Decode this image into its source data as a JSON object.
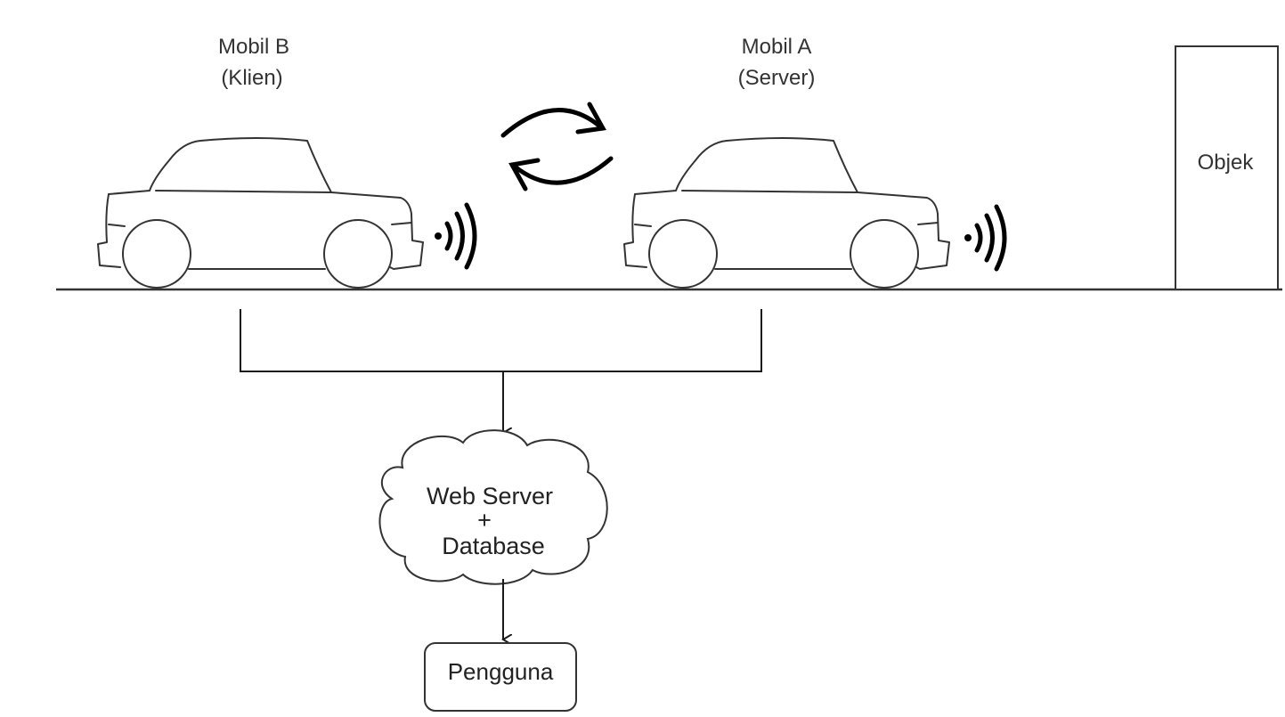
{
  "cars": {
    "car_b": {
      "name": "Mobil B",
      "role": "(Klien)"
    },
    "car_a": {
      "name": "Mobil A",
      "role": "(Server)"
    }
  },
  "object": {
    "label": "Objek"
  },
  "cloud": {
    "line1": "Web Server",
    "line2": "+",
    "line3": "Database"
  },
  "user": {
    "label": "Pengguna"
  },
  "icons": [
    "sync-arrows-icon",
    "wifi-signal-icon",
    "car-icon",
    "cloud-icon"
  ],
  "colors": {
    "stroke": "#333333",
    "icon": "#000000",
    "background": "#ffffff"
  }
}
